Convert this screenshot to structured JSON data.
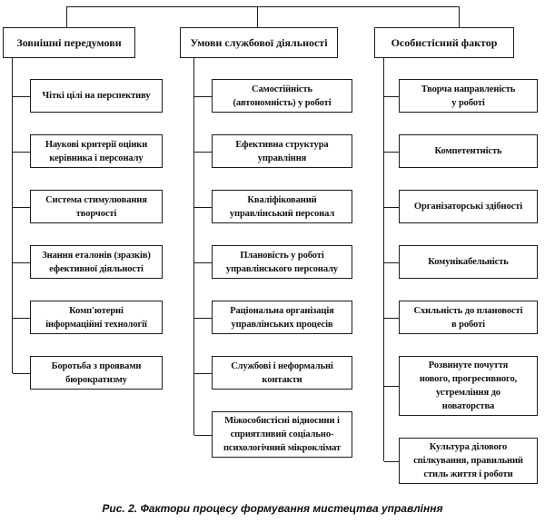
{
  "caption": "Рис. 2. Фактори процесу формування мистецтва управління",
  "colors": {
    "line": "#1c1c1c",
    "text": "#111111",
    "background": "#ffffff"
  },
  "columns": [
    {
      "header": "Зовнішні передумови",
      "items": [
        "Чіткі цілі на перспективу",
        "Наукові критерії оцінки\nкерівника і персоналу",
        "Система стимулювання\nтворчості",
        "Знання еталонів (зразків)\nефективної діяльності",
        "Комп'ютерні\nінформаційні технології",
        "Боротьба з проявами\nбюрократизму"
      ]
    },
    {
      "header": "Умови службової діяльності",
      "items": [
        "Самостійність\n(автономність) у роботі",
        "Ефективна структура\nуправління",
        "Кваліфікований\nуправлінський персонал",
        "Плановість у роботі\nуправлінського персоналу",
        "Раціональна організація\nуправлінських процесів",
        "Службові і неформальні\nконтакти",
        "Міжособистісні відносини і\nсприятливий соціально-\nпсихологічний мікроклімат"
      ]
    },
    {
      "header": "Особистісний фактор",
      "items": [
        "Творча направленість\nу роботі",
        "Компетентність",
        "Організаторські здібності",
        "Комунікабельність",
        "Схильність до плановості\nв роботі",
        "Розвинуте почуття\nнового, прогресивного,\nустремління до\nноваторства",
        "Культура ділового\nспілкування, правильний\nстиль життя і роботи"
      ]
    }
  ]
}
